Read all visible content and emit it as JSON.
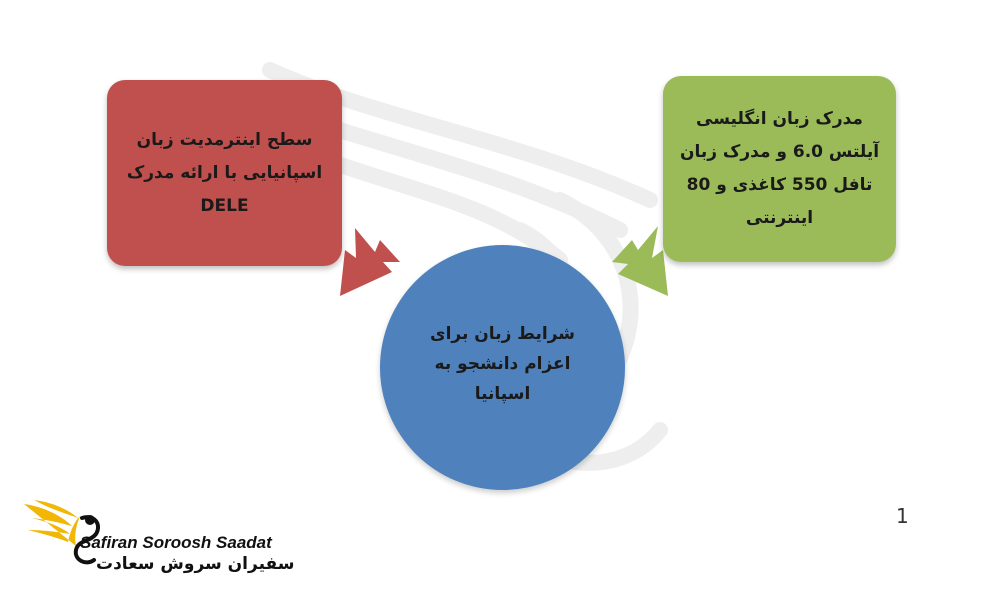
{
  "diagram": {
    "left_box": {
      "lines": [
        "سطح اینترمدیت زبان",
        "اسپانیایی با ارائه مدرک",
        "DELE"
      ],
      "color": "#c0504d"
    },
    "right_box": {
      "lines": [
        "مدرک زبان انگلیسی",
        "آیلتس 6.0 و مدرک زبان",
        "تافل 550 کاغذی و 80",
        "اینترنتی"
      ],
      "color": "#9bbb59"
    },
    "center_circle": {
      "lines": [
        "شرایط زبان برای",
        "اعزام دانشجو به",
        "اسپانیا"
      ],
      "color": "#4f81bd"
    },
    "arrow_colors": {
      "left": "#c0504d",
      "right": "#9bbb59"
    }
  },
  "page_number": "1",
  "brand": {
    "name_en": "Safiran Soroosh Saadat",
    "name_fa": "سفیران سروش سعادت",
    "logo_icon": "phoenix-bird-icon",
    "logo_color": "#f2b705"
  }
}
